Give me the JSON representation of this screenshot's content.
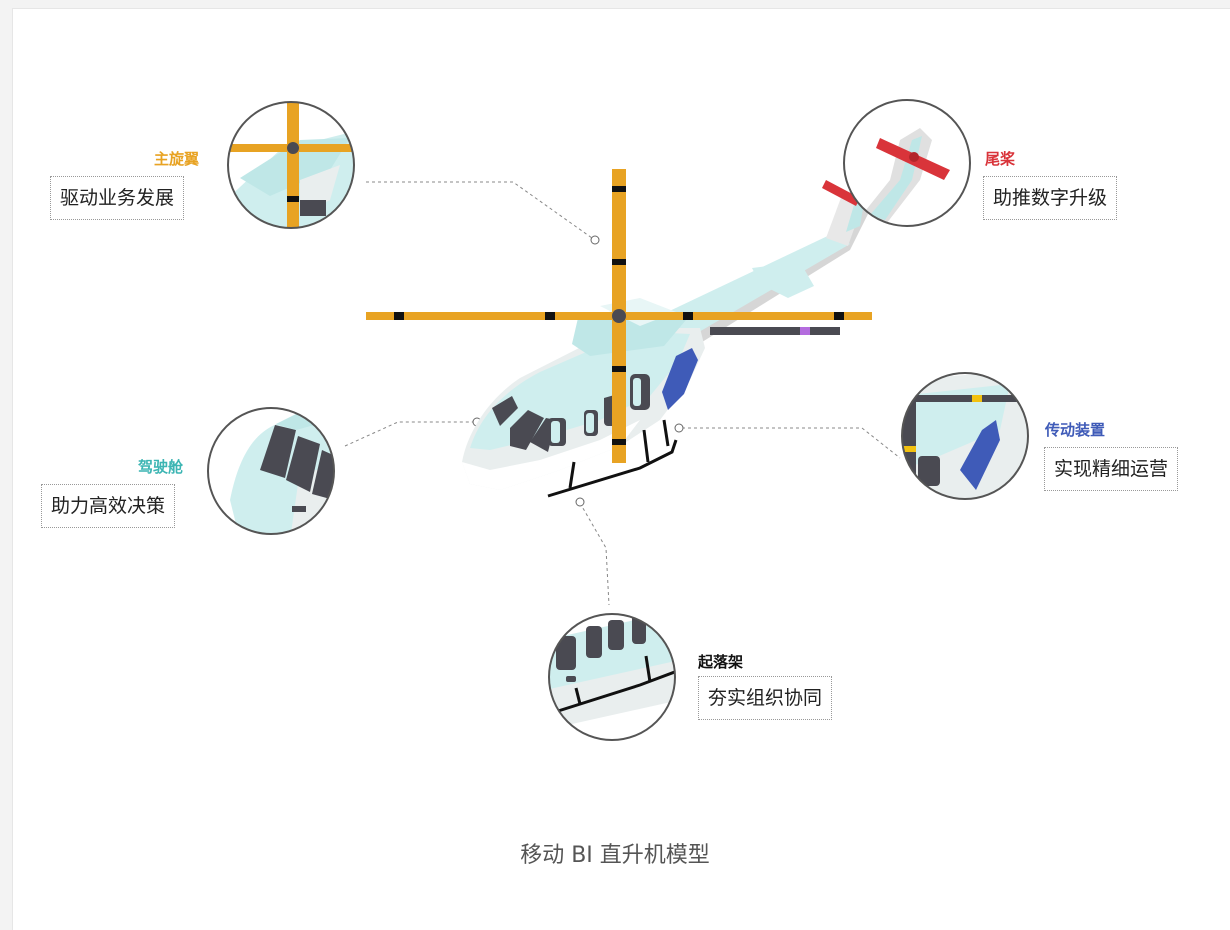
{
  "title": "移动 BI 直升机模型",
  "parts": {
    "main_rotor": {
      "name": "主旋翼",
      "desc": "驱动业务发展",
      "color": "#e8a323"
    },
    "tail_rotor": {
      "name": "尾桨",
      "desc": "助推数字升级",
      "color": "#d9343a"
    },
    "cockpit": {
      "name": "驾驶舱",
      "desc": "助力高效决策",
      "color": "#3cb5b3"
    },
    "transmission": {
      "name": "传动装置",
      "desc": "实现精细运营",
      "color": "#3f5bb8"
    },
    "landing_gear": {
      "name": "起落架",
      "desc": "夯实组织协同",
      "color": "#111111"
    }
  }
}
